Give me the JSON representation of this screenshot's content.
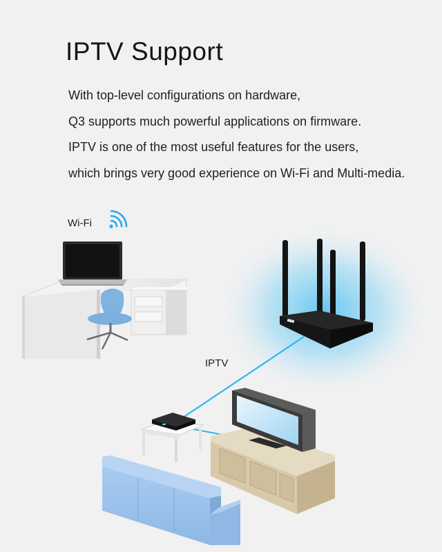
{
  "title": "IPTV Support",
  "description": [
    "With top-level configurations on hardware,",
    "Q3 supports much powerful applications on firmware.",
    "IPTV is one of the most useful features for the users,",
    "which brings very good experience on Wi-Fi and Multi-media."
  ],
  "labels": {
    "wifi": "Wi-Fi",
    "iptv": "IPTV"
  },
  "colors": {
    "accent": "#29a9e8",
    "link_line": "#2ab7ee",
    "router_glow": "#5ec4f2",
    "desk": "#ececec",
    "chair": "#7fb3e0",
    "sofa": "#9ec3ec",
    "tv_cabinet": "#d8c9a9"
  },
  "icons": {
    "wifi": "wifi-signal-icon"
  }
}
